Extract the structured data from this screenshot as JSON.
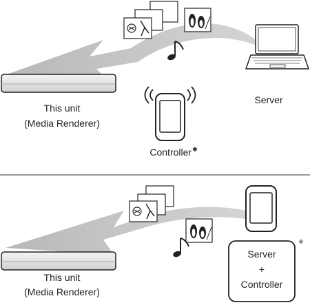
{
  "top": {
    "unit_label": "This unit",
    "unit_sublabel": "(Media Renderer)",
    "server_label": "Server",
    "controller_label": "Controller",
    "controller_mark": "✱"
  },
  "bottom": {
    "unit_label": "This unit",
    "unit_sublabel": "(Media Renderer)",
    "combo_server": "Server",
    "combo_plus": "+",
    "combo_controller": "Controller",
    "combo_mark": "※"
  },
  "icons": [
    "arrow",
    "photo-stack-icon",
    "music-note-icon",
    "laptop-icon",
    "smartphone-icon",
    "wireless-signal-icon",
    "blu-ray-player-icon"
  ]
}
